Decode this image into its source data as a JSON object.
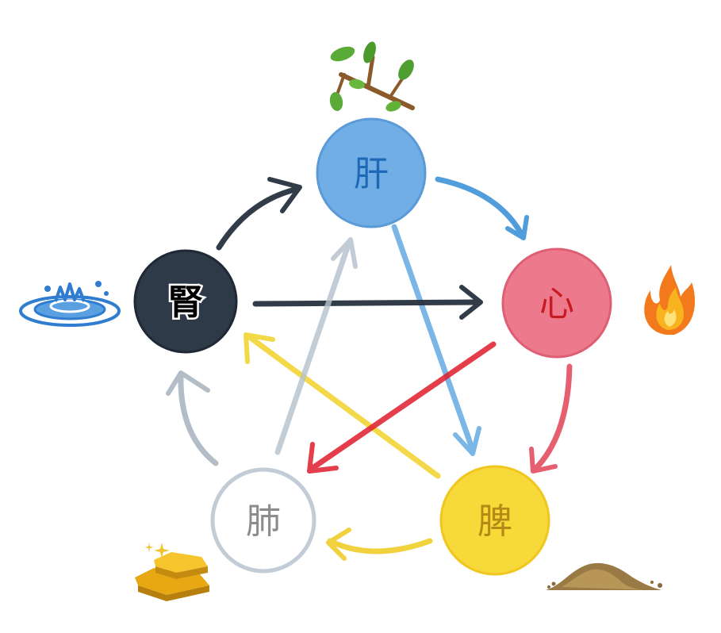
{
  "organs": {
    "liver": {
      "label": "肝",
      "element": "wood",
      "fill": "#72aee6",
      "edge": "#5a9ad8",
      "text_color": "#1f68b5"
    },
    "heart": {
      "label": "心",
      "element": "fire",
      "fill": "#ec7a8c",
      "edge": "#de5f74",
      "text_color": "#c71a22"
    },
    "spleen": {
      "label": "脾",
      "element": "earth",
      "fill": "#f8d93a",
      "edge": "#efc720",
      "text_color": "#b28a14"
    },
    "lung": {
      "label": "肺",
      "element": "metal",
      "fill": "#ffffff",
      "edge": "#c2ccd6",
      "text_color": "#8c8c8c"
    },
    "kidney": {
      "label": "腎",
      "element": "water",
      "fill": "#2e3a48",
      "edge": "#1f2935",
      "text_color": "#000000"
    }
  },
  "generating_cycle": [
    {
      "from": "liver",
      "to": "heart",
      "color": "#3f93d8"
    },
    {
      "from": "heart",
      "to": "spleen",
      "color": "#e34e60"
    },
    {
      "from": "spleen",
      "to": "lung",
      "color": "#f0cd2a"
    },
    {
      "from": "lung",
      "to": "kidney",
      "color": "#aab6c2"
    },
    {
      "from": "kidney",
      "to": "liver",
      "color": "#27323f"
    }
  ],
  "controlling_cycle": [
    {
      "from": "liver",
      "to": "spleen",
      "color": "#5aa4e0"
    },
    {
      "from": "spleen",
      "to": "kidney",
      "color": "#f2d535"
    },
    {
      "from": "kidney",
      "to": "heart",
      "color": "#27323f"
    },
    {
      "from": "heart",
      "to": "lung",
      "color": "#e01c2c"
    },
    {
      "from": "lung",
      "to": "liver",
      "color": "#b4c0cc"
    }
  ],
  "icons": {
    "wood": "branch-icon",
    "fire": "flame-icon",
    "earth": "soil-pile-icon",
    "metal": "gold-bars-icon",
    "water": "water-splash-icon"
  }
}
